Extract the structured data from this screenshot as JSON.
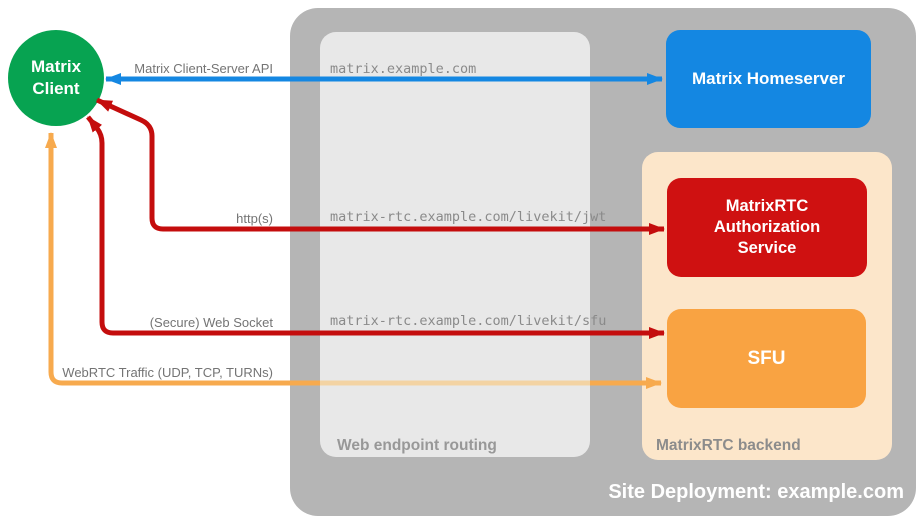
{
  "diagram_title": "Site Deployment: example.com",
  "containers": {
    "site": {
      "label": "Site Deployment: example.com",
      "color": "#b5b5b5"
    },
    "routing": {
      "label": "Web endpoint routing",
      "color": "#e8e8e8"
    },
    "backend": {
      "label": "MatrixRTC backend",
      "color": "#fce6ca"
    }
  },
  "nodes": {
    "client": {
      "label": "Matrix\nClient",
      "color": "#07a351"
    },
    "homeserver": {
      "label": "Matrix Homeserver",
      "color": "#1487e2"
    },
    "auth": {
      "label": "MatrixRTC\nAuthorization\nService",
      "color": "#cf1111"
    },
    "sfu": {
      "label": "SFU",
      "color": "#f9a342"
    }
  },
  "connections": [
    {
      "id": "client-server-api",
      "label": "Matrix Client-Server API",
      "endpoint": "matrix.example.com",
      "from": "Matrix Client",
      "to": "Matrix Homeserver",
      "bidirectional": true,
      "color": "#1487e2"
    },
    {
      "id": "http",
      "label": "http(s)",
      "endpoint": "matrix-rtc.example.com/livekit/jwt",
      "from": "Matrix Client",
      "to": "MatrixRTC Authorization Service",
      "bidirectional": true,
      "color": "#c40d0d"
    },
    {
      "id": "websocket",
      "label": "(Secure) Web Socket",
      "endpoint": "matrix-rtc.example.com/livekit/sfu",
      "from": "Matrix Client",
      "to": "SFU",
      "bidirectional": true,
      "color": "#c40d0d"
    },
    {
      "id": "webrtc",
      "label": "WebRTC Traffic (UDP, TCP, TURNs)",
      "endpoint": "",
      "from": "Matrix Client",
      "to": "SFU",
      "bidirectional": true,
      "color": "#f7aa4e",
      "dimmed_color": "#f3d3a3"
    }
  ]
}
